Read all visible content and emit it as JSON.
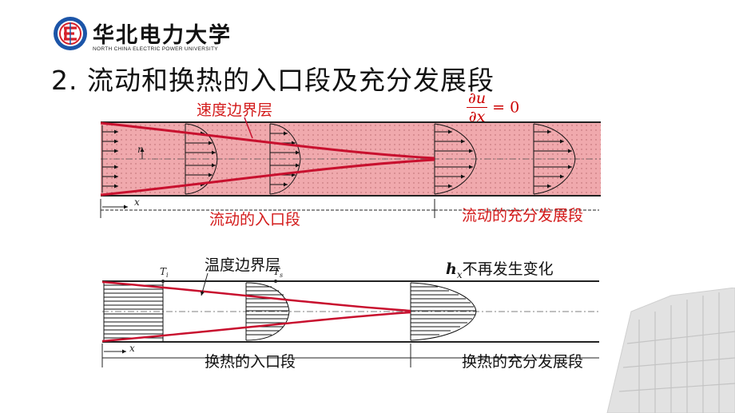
{
  "header": {
    "university_cn": "华北电力大学",
    "university_en": "NORTH CHINA ELECTRIC POWER UNIVERSITY"
  },
  "slide": {
    "title": "2. 流动和换热的入口段及充分发展段"
  },
  "flow_figure": {
    "velocity_bl_label": "速度边界层",
    "equation_num": "∂u",
    "equation_den": "∂x",
    "equation_rhs": "= 0",
    "r_label": "r",
    "x_label": "x",
    "entrance_label": "流动的入口段",
    "developed_label": "流动的充分发展段"
  },
  "heat_figure": {
    "thermal_bl_label": "温度边界层",
    "ti_label": "T",
    "ti_sub": "i",
    "ts_label": "T",
    "ts_sub": "s",
    "hx_symbol": "h",
    "hx_sub": "x",
    "hx_text": "不再发生变化",
    "x_label": "x",
    "entrance_label": "换热的入口段",
    "developed_label": "换热的充分发展段"
  },
  "colors": {
    "flow_fill": "#f0a9ad",
    "accent_red": "#d31a1a",
    "boundary_red": "#c8102e"
  }
}
